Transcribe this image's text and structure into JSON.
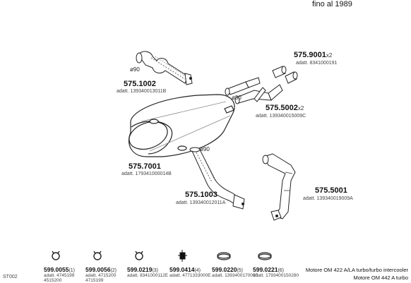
{
  "header": {
    "period": "fino al 1989"
  },
  "parts": {
    "p9001": {
      "code": "575.9001",
      "qty": "x2",
      "ref": "adatt. 8341000191"
    },
    "p1002": {
      "code": "575.1002",
      "ref": "adatt. 139340013011B",
      "diam": "ø90"
    },
    "p5002": {
      "code": "575.5002",
      "qty": "x2",
      "ref": "adatt. 139340015009C",
      "diam": "ø80"
    },
    "p7001": {
      "code": "575.7001",
      "ref": "adatt. 179341000014B"
    },
    "p1003": {
      "code": "575.1003",
      "ref": "adatt. 139340012011A",
      "diam": "ø90"
    },
    "p5001": {
      "code": "575.5001",
      "ref": "adatt. 139340019009A"
    }
  },
  "accessories": [
    {
      "code": "599.0055",
      "qty": "(1)",
      "ref1": "adatt. 4745199",
      "ref2": "4515200",
      "icon": "clamp-ring-icon"
    },
    {
      "code": "599.0056",
      "qty": "(2)",
      "ref1": "adatt. 4715200",
      "ref2": "4715199",
      "icon": "clamp-ring-icon"
    },
    {
      "code": "599.0219",
      "qty": "(3)",
      "ref1": "adatt. 8341000112E",
      "ref2": "",
      "icon": "clamp-ring-icon"
    },
    {
      "code": "599.0414",
      "qty": "(4)",
      "ref1": "adatt. 4771333000E",
      "ref2": "",
      "icon": "rubber-mount-icon"
    },
    {
      "code": "599.0220",
      "qty": "(5)",
      "ref1": "adatt. 1393400170090",
      "ref2": "",
      "icon": "band-clamp-icon"
    },
    {
      "code": "599.0221",
      "qty": "(6)",
      "ref1": "adatt. 1793400150280",
      "ref2": "",
      "icon": "band-clamp-icon"
    }
  ],
  "footer": {
    "sheet": "ST002",
    "motor1": "Motore OM 422 A/LA turbo/turbo intercooler",
    "motor2": "Motore OM 442 A turbo"
  }
}
